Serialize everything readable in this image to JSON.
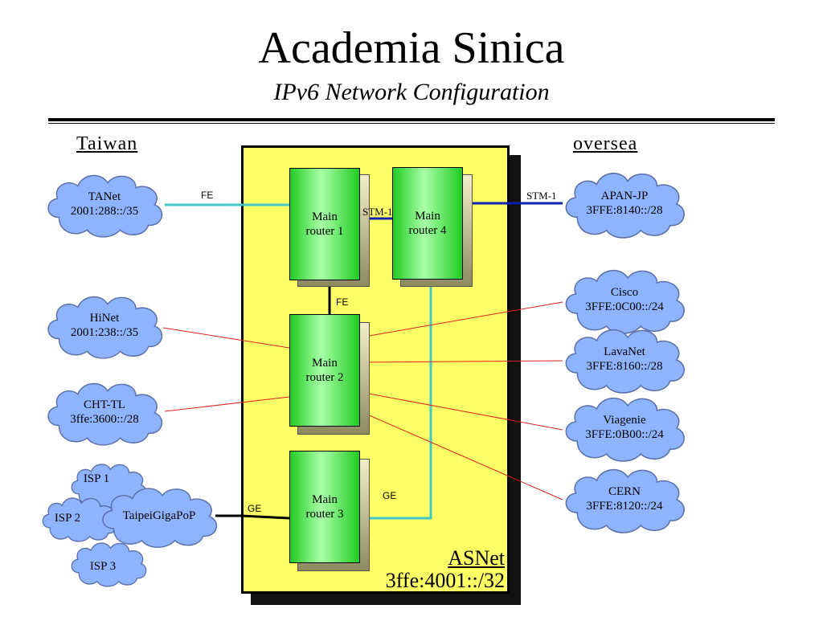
{
  "header": {
    "title": "Academia Sinica",
    "subtitle": "IPv6 Network Configuration"
  },
  "regions": {
    "left": "Taiwan",
    "right": "oversea"
  },
  "asnet": {
    "name": "ASNet",
    "prefix": "3ffe:4001::/32",
    "fill_color": "#ffff66"
  },
  "routers": [
    {
      "id": "r1",
      "line1": "Main",
      "line2": "router 1"
    },
    {
      "id": "r4",
      "line1": "Main",
      "line2": "router 4"
    },
    {
      "id": "r2",
      "line1": "Main",
      "line2": "router 2"
    },
    {
      "id": "r3",
      "line1": "Main",
      "line2": "router 3"
    }
  ],
  "clouds": [
    {
      "id": "tanet",
      "name": "TANet",
      "prefix": "2001:288::/35"
    },
    {
      "id": "hinet",
      "name": "HiNet",
      "prefix": "2001:238::/35"
    },
    {
      "id": "chttl",
      "name": "CHT-TL",
      "prefix": "3ffe:3600::/28"
    },
    {
      "id": "isp1",
      "name": "ISP 1"
    },
    {
      "id": "isp2",
      "name": "ISP 2"
    },
    {
      "id": "isp3",
      "name": "ISP 3"
    },
    {
      "id": "taipei",
      "name": "TaipeiGigaPoP"
    },
    {
      "id": "apan",
      "name": "APAN-JP",
      "prefix": "3FFE:8140::/28"
    },
    {
      "id": "cisco",
      "name": "Cisco",
      "prefix": "3FFE:0C00::/24"
    },
    {
      "id": "lavanet",
      "name": "LavaNet",
      "prefix": "3FFE:8160::/28"
    },
    {
      "id": "viagenie",
      "name": "Viagenie",
      "prefix": "3FFE:0B00::/24"
    },
    {
      "id": "cern",
      "name": "CERN",
      "prefix": "3FFE:8120::/24"
    }
  ],
  "link_labels": {
    "tanet_r1": "FE",
    "r1_r4": "STM-1",
    "r4_apan": "STM-1",
    "r1_r2": "FE",
    "taipei_r3": "GE",
    "r3_r4": "GE"
  },
  "link_colors": {
    "fe": "#40c8c8",
    "stm": "#1020b0",
    "peer": "#e02020",
    "ge": "#000000"
  },
  "cloud_color": "#8fb4ff"
}
